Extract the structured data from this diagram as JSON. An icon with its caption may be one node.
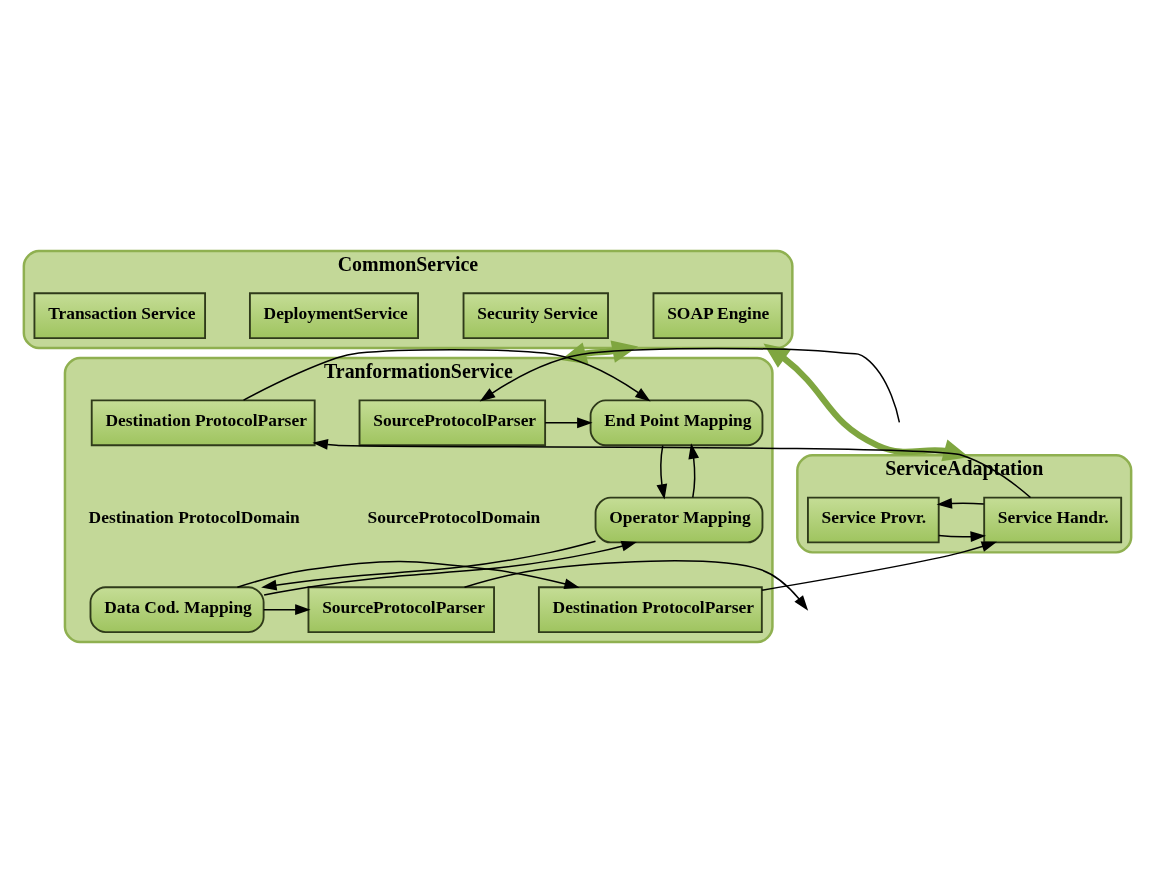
{
  "diagram": {
    "nodes": [
      {
        "text": [
          "CommonService"
        ]
      },
      {
        "text": [
          "SOAP Engine"
        ],
        "in": 0
      },
      {
        "text": [
          "Security Service"
        ],
        "in": 0
      },
      {
        "text": [
          "DeploymentService"
        ],
        "in": 0
      },
      {
        "text": [
          "Transaction Service"
        ],
        "in": 0
      },
      {
        "text": [
          "TranformationService"
        ]
      },
      {
        "text": [
          "SourceProtocolParser"
        ],
        "in": 5
      },
      {
        "text": [
          "End Point Mapping"
        ],
        "in": 5
      },
      {
        "text": [
          "Destination ProtocolParser"
        ],
        "in": 5
      },
      {
        "text": [
          "Operator Mapping"
        ],
        "in": 5
      },
      {
        "text": [
          "SourceProtocolParser"
        ],
        "in": 5
      },
      {
        "text": [
          "Data Cod. Mapping"
        ],
        "in": 5
      },
      {
        "text": [
          "Destination ProtocolParser"
        ],
        "in": 5
      },
      {
        "text": [
          "ServiceAdaptation"
        ]
      },
      {
        "text": [
          "Service Handr."
        ],
        "in": 13
      },
      {
        "text": [
          "Service Provr."
        ],
        "in": 13
      }
    ],
    "edges": [
      {
        "from": 0,
        "to": 5,
        "arrow": "both",
        "style": "thick",
        "color": "#7fa640"
      },
      {
        "from": 0,
        "to": 13,
        "arrow": "both",
        "style": "thick",
        "color": "#7fa640"
      },
      {
        "from": null,
        "to": 6,
        "arrow": "to"
      },
      {
        "from": 10,
        "to": null,
        "arrow": "to"
      },
      {
        "from": 6,
        "to": 7,
        "arrow": "to"
      },
      {
        "from": 8,
        "to": 7,
        "arrow": "to"
      },
      {
        "from": 7,
        "to": 9,
        "arrow": "to"
      },
      {
        "from": 9,
        "to": 7,
        "arrow": "to"
      },
      {
        "from": 9,
        "to": 11,
        "arrow": "to"
      },
      {
        "from": 11,
        "to": 9,
        "arrow": "to"
      },
      {
        "from": 11,
        "to": 10,
        "arrow": "to"
      },
      {
        "from": 11,
        "to": 12,
        "arrow": "to"
      },
      {
        "from": 14,
        "to": 8,
        "arrow": "to"
      },
      {
        "from": 12,
        "to": 14,
        "arrow": "to"
      },
      {
        "from": 15,
        "to": 14,
        "arrow": "to"
      },
      {
        "from": 14,
        "to": 15,
        "arrow": "to"
      }
    ],
    "labels": [
      "SourceProtocolDomain",
      "Destination ProtocolDomain"
    ]
  }
}
